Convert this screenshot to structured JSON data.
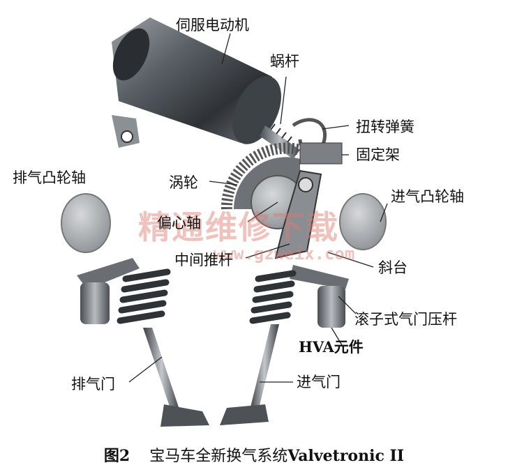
{
  "labels": {
    "servo_motor": "伺服电动机",
    "worm": "蜗杆",
    "torsion_spring": "扭转弹簧",
    "bracket": "固定架",
    "exhaust_camshaft": "排气凸轮轴",
    "worm_wheel": "涡轮",
    "intake_camshaft": "进气凸轮轴",
    "eccentric_shaft": "偏心轴",
    "intermediate_lever": "中间推杆",
    "ramp": "斜台",
    "roller_rocker": "滚子式气门压杆",
    "hva": "HVA元件",
    "exhaust_valve": "排气门",
    "intake_valve": "进气门"
  },
  "watermark": {
    "text": "精通维修下载",
    "url": "www.gzweix.com"
  },
  "caption": {
    "figure": "图2",
    "title": "宝马车全新换气系统",
    "system": "Valvetronic II"
  }
}
